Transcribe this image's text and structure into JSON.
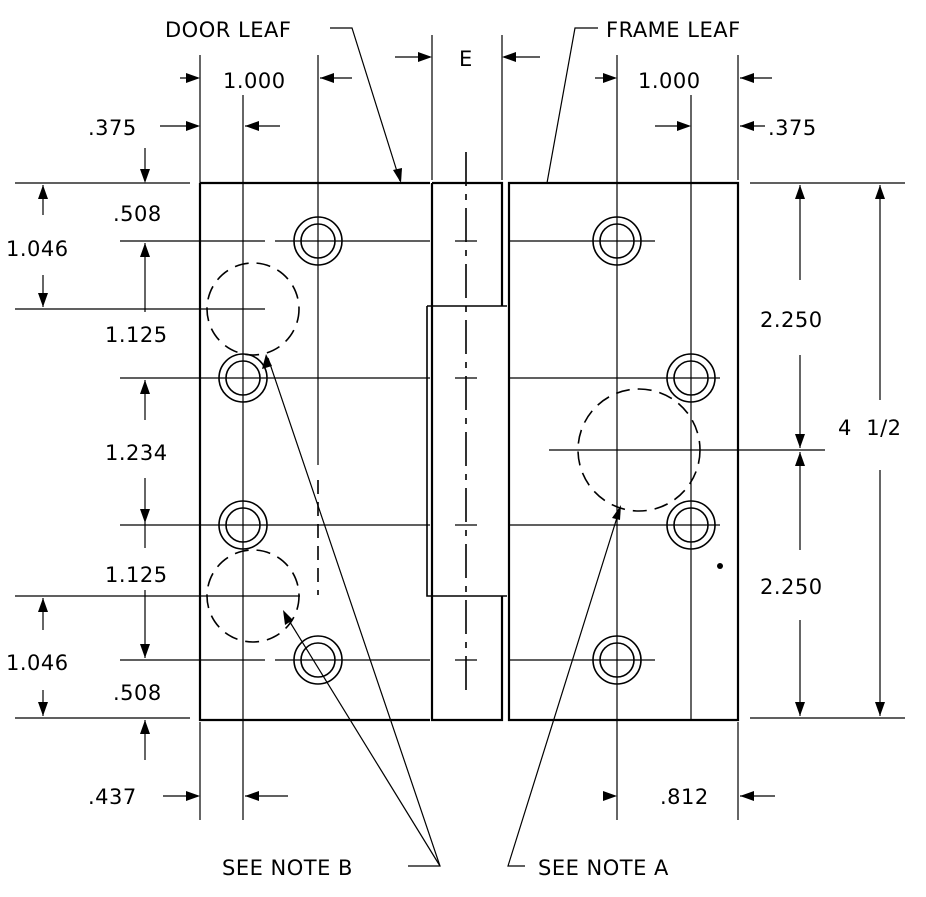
{
  "labels": {
    "door_leaf": "DOOR LEAF",
    "frame_leaf": "FRAME LEAF",
    "gap": "E",
    "see_note_b": "SEE NOTE B",
    "see_note_a": "SEE NOTE A"
  },
  "dimensions": {
    "top_left_1000": "1.000",
    "top_right_1000": "1.000",
    "left_375": ".375",
    "right_375": ".375",
    "left_508_top": ".508",
    "left_1046_top": "1.046",
    "left_1125_top": "1.125",
    "left_1234": "1.234",
    "left_1125_bottom": "1.125",
    "left_1046_bottom": "1.046",
    "left_508_bottom": ".508",
    "bottom_437": ".437",
    "bottom_812": ".812",
    "right_2250_top": "2.250",
    "right_2250_bottom": "2.250",
    "overall_height": "4  1/2"
  }
}
